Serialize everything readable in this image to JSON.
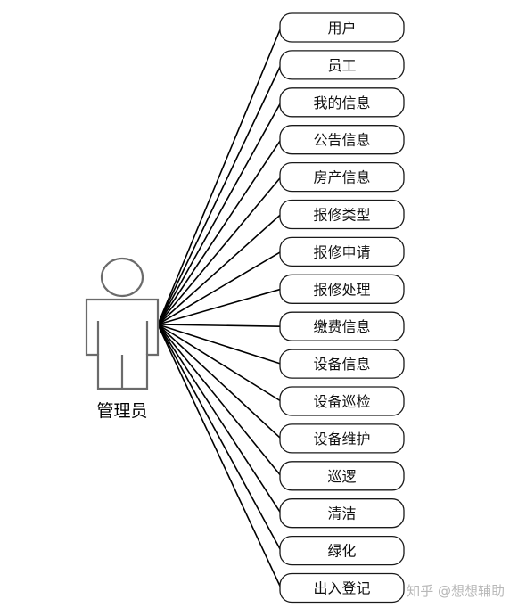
{
  "actor": {
    "label": "管理员"
  },
  "use_cases": [
    {
      "label": "用户"
    },
    {
      "label": "员工"
    },
    {
      "label": "我的信息"
    },
    {
      "label": "公告信息"
    },
    {
      "label": "房产信息"
    },
    {
      "label": "报修类型"
    },
    {
      "label": "报修申请"
    },
    {
      "label": "报修处理"
    },
    {
      "label": "缴费信息"
    },
    {
      "label": "设备信息"
    },
    {
      "label": "设备巡检"
    },
    {
      "label": "设备维护"
    },
    {
      "label": "巡逻"
    },
    {
      "label": "清洁"
    },
    {
      "label": "绿化"
    },
    {
      "label": "出入登记"
    }
  ],
  "watermark": {
    "text": "知乎 @想想辅助"
  }
}
